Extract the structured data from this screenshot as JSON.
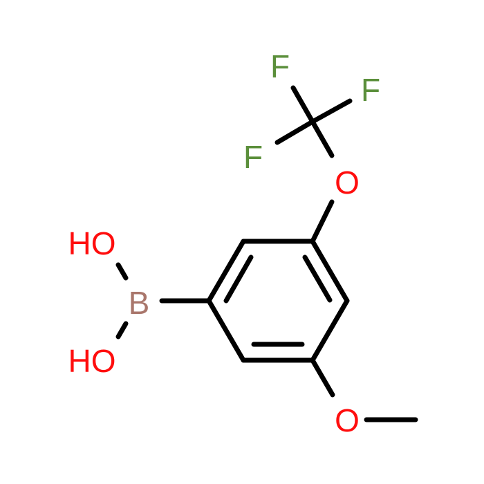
{
  "colors": {
    "background": "#ffffff",
    "bond": "#000000",
    "fluorine": "#5b8f3b",
    "oxygen": "#ff0d0d",
    "boron": "#a9766b"
  },
  "atoms": {
    "f1": "F",
    "f2": "F",
    "f3": "F",
    "o_ocf3": "O",
    "ho_top": "HO",
    "b": "B",
    "ho_bottom": "HO",
    "o_ome": "O"
  }
}
